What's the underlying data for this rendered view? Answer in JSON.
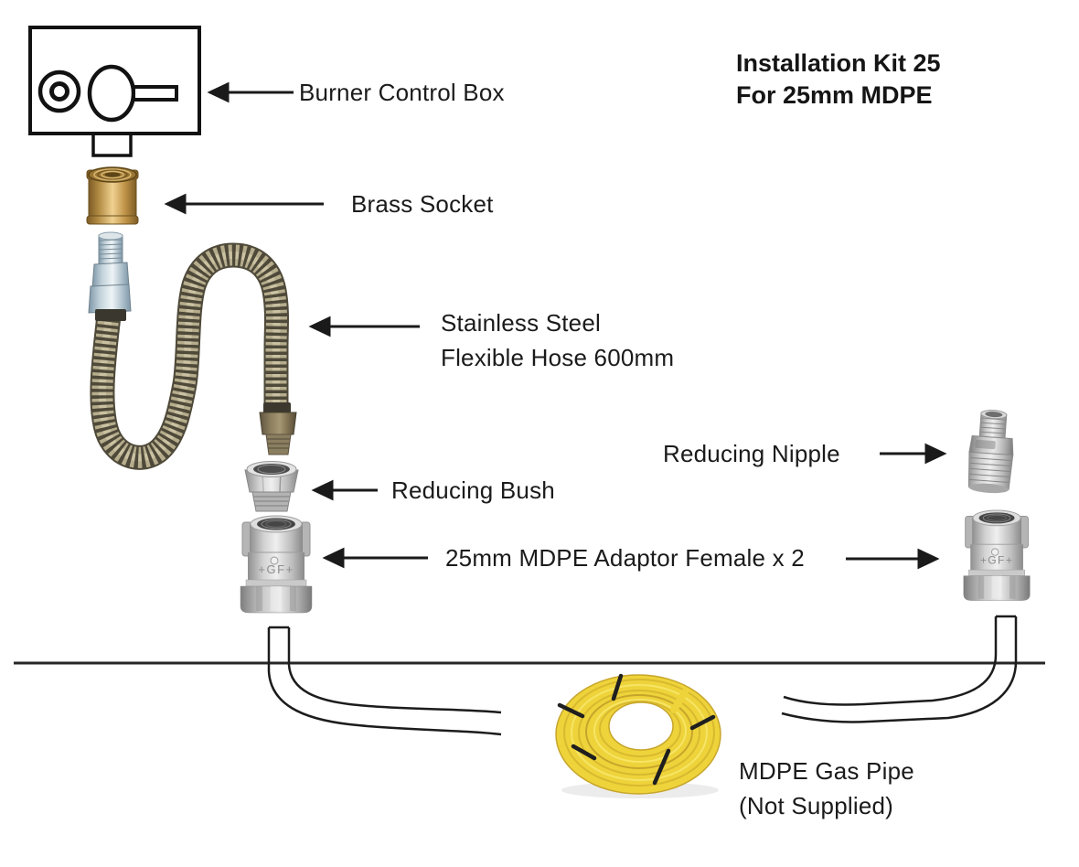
{
  "title": {
    "line1": "Installation Kit 25",
    "line2": "For 25mm MDPE"
  },
  "parts": {
    "burner_control_box": {
      "label": "Burner Control Box"
    },
    "brass_socket": {
      "label": "Brass Socket"
    },
    "flexible_hose": {
      "label_line1": "Stainless Steel",
      "label_line2": "Flexible Hose 600mm"
    },
    "reducing_bush": {
      "label": "Reducing Bush"
    },
    "mdpe_adaptor": {
      "label": "25mm MDPE Adaptor Female x 2",
      "marking": "+GF+",
      "quantity": 2
    },
    "reducing_nipple": {
      "label": "Reducing Nipple"
    },
    "mdpe_gas_pipe": {
      "label_line1": "MDPE Gas Pipe",
      "label_line2": "(Not Supplied)"
    }
  },
  "colors": {
    "ink": "#1b1b1b",
    "brass": "#c9a35c",
    "zinc_blue": "#b9c6ce",
    "galvanized_steel": "#d0d0d0",
    "hose_dark": "#4e4939",
    "hose_light": "#b6ad8d",
    "pipe_yellow": "#eed33a"
  }
}
